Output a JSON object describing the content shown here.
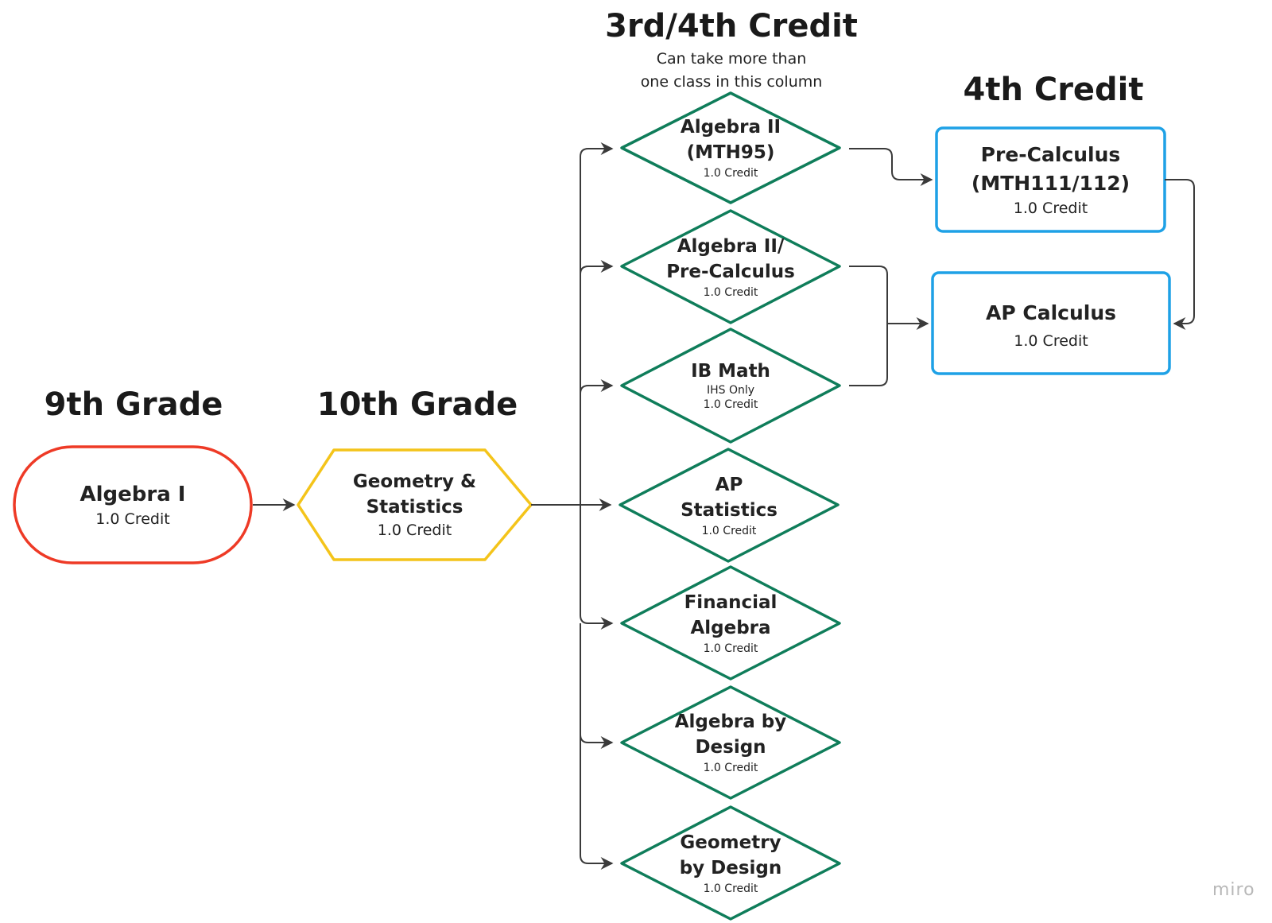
{
  "headers": {
    "grade9": "9th Grade",
    "grade10": "10th Grade",
    "credit34": "3rd/4th Credit",
    "credit34_note_line1": "Can take more than",
    "credit34_note_line2": "one class in this column",
    "credit4": "4th Credit"
  },
  "nodes": {
    "algebra1": {
      "title": "Algebra I",
      "credit": "1.0 Credit"
    },
    "geometry_stats": {
      "title_line1": "Geometry &",
      "title_line2": "Statistics",
      "credit": "1.0 Credit"
    },
    "algebra2": {
      "title_line1": "Algebra II",
      "title_line2": "(MTH95)",
      "credit": "1.0 Credit"
    },
    "algebra2_precalc": {
      "title_line1": "Algebra II/",
      "title_line2": "Pre-Calculus",
      "credit": "1.0 Credit"
    },
    "ib_math": {
      "title": "IB Math",
      "note": "IHS Only",
      "credit": "1.0 Credit"
    },
    "ap_stats": {
      "title_line1": "AP",
      "title_line2": "Statistics",
      "credit": "1.0 Credit"
    },
    "financial_algebra": {
      "title_line1": "Financial",
      "title_line2": "Algebra",
      "credit": "1.0 Credit"
    },
    "algebra_by_design": {
      "title_line1": "Algebra by",
      "title_line2": "Design",
      "credit": "1.0 Credit"
    },
    "geometry_by_design": {
      "title_line1": "Geometry",
      "title_line2": "by Design",
      "credit": "1.0 Credit"
    },
    "precalculus": {
      "title_line1": "Pre-Calculus",
      "title_line2": "(MTH111/112)",
      "credit": "1.0 Credit"
    },
    "ap_calculus": {
      "title": "AP Calculus",
      "credit": "1.0 Credit"
    }
  },
  "colors": {
    "red": "#ee3a26",
    "yellow": "#f4c41a",
    "green": "#0f7d5a",
    "blue": "#1ea1e6",
    "arrow": "#3a3a3a"
  },
  "watermark": "miro"
}
